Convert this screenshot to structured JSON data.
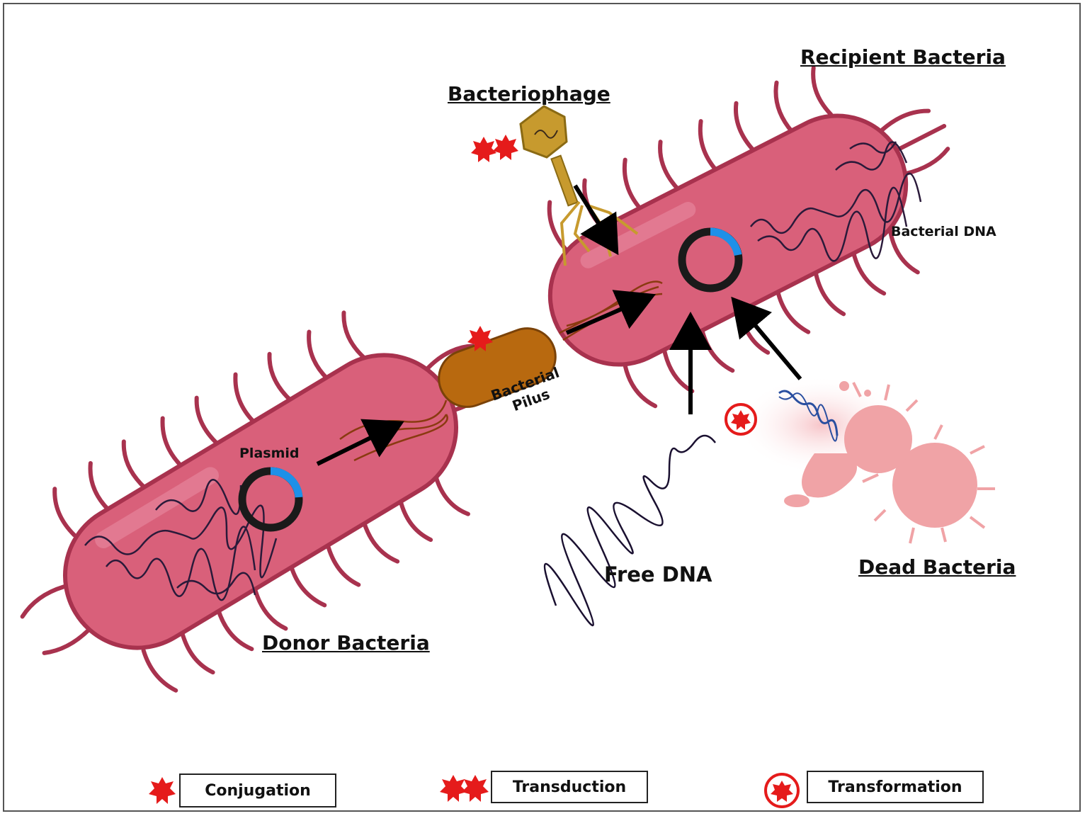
{
  "labels": {
    "recipient": "Recipient Bacteria",
    "bacteriophage": "Bacteriophage",
    "bacterial_dna": "Bacterial DNA",
    "plasmid": "Plasmid",
    "pilus_line1": "Bacterial",
    "pilus_line2": "Pilus",
    "free_dna": "Free DNA",
    "dead": "Dead Bacteria",
    "donor": "Donor Bacteria"
  },
  "legend": [
    {
      "symbol": "single-star-icon",
      "label": "Conjugation"
    },
    {
      "symbol": "double-star-icon",
      "label": "Transduction"
    },
    {
      "symbol": "circled-star-icon",
      "label": "Transformation"
    }
  ],
  "colors": {
    "bacteria_body": "#d9607a",
    "bacteria_outline": "#a8324e",
    "pilus": "#b8690f",
    "phage": "#c79a2e",
    "star": "#e51b1b",
    "plasmid_ring": "#1a1a1a",
    "plasmid_segment": "#1e90e8",
    "dead_bacteria": "#f0a3a6"
  }
}
